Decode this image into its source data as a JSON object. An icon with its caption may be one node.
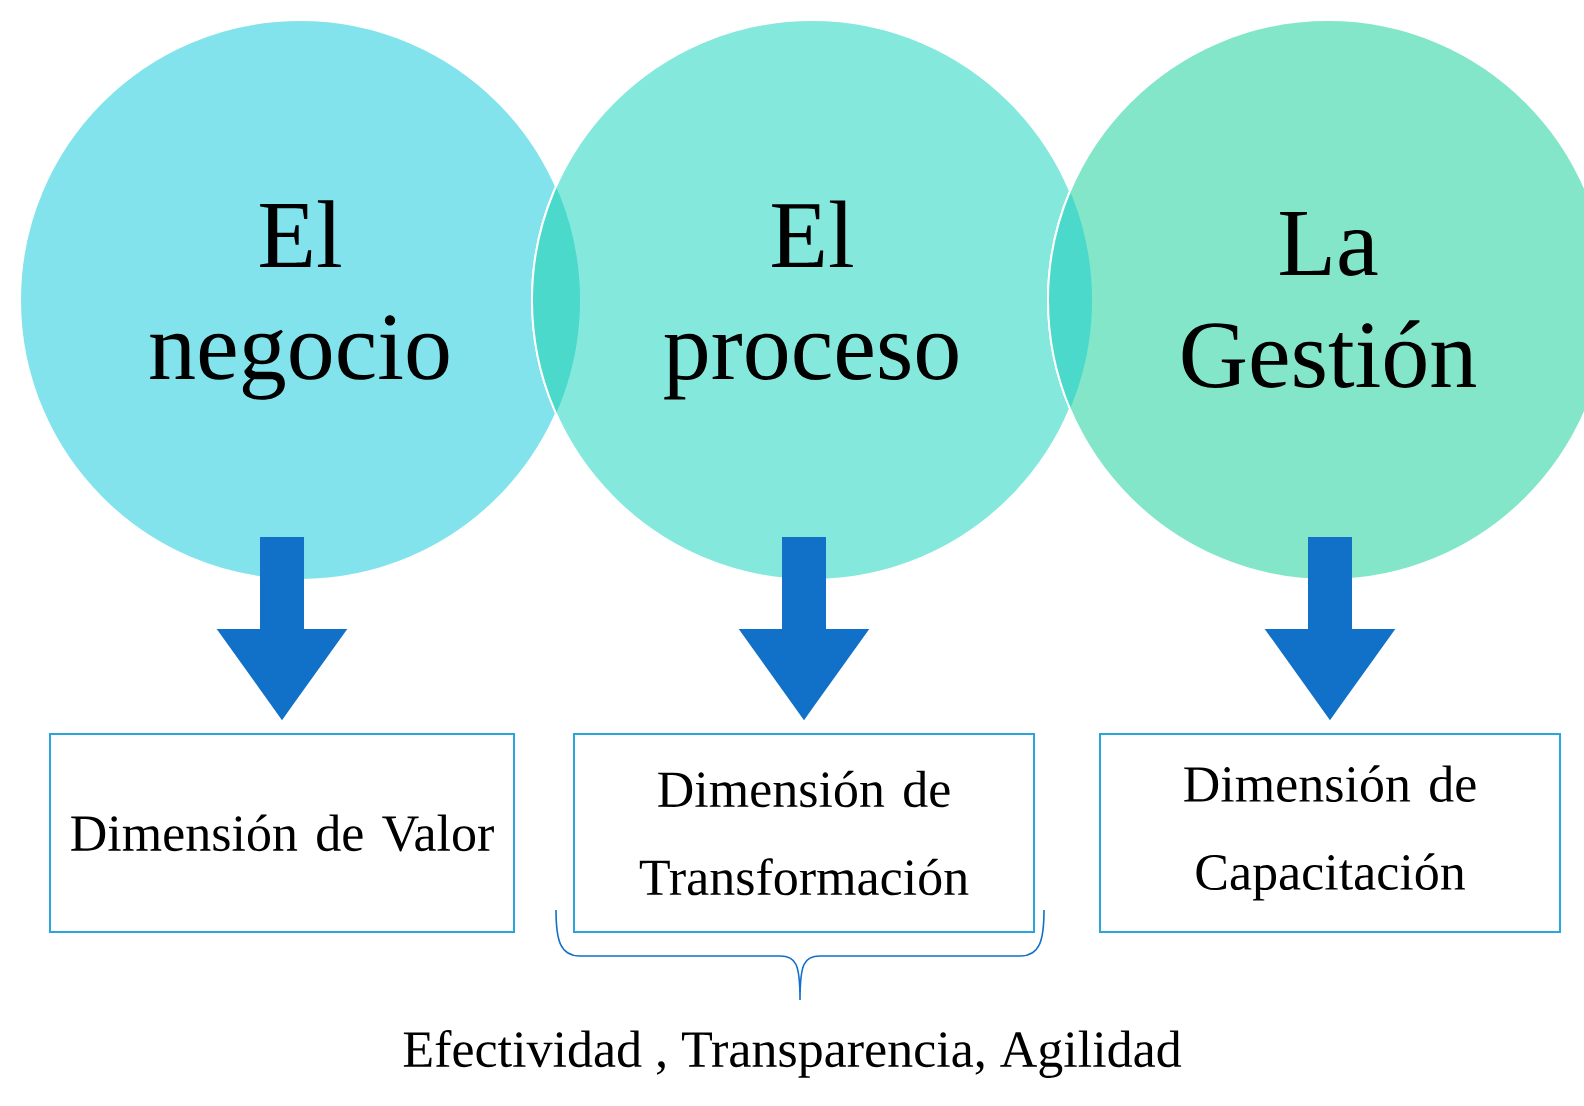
{
  "diagram": {
    "nodes": [
      {
        "text": [
          "El negocio"
        ]
      },
      {
        "text": [
          "El proceso"
        ]
      },
      {
        "text": [
          "La Gestión"
        ]
      },
      {
        "text": [
          "Dimensión de Valor"
        ]
      },
      {
        "text": [
          "Dimensión de Transformación"
        ]
      },
      {
        "text": [
          "Dimensión de Capacitación"
        ]
      }
    ],
    "edges": [
      {
        "from": 0,
        "to": 3,
        "arrow": "to"
      },
      {
        "from": 1,
        "to": 4,
        "arrow": "to"
      },
      {
        "from": 2,
        "to": 5,
        "arrow": "to"
      }
    ],
    "labels": [
      "Efectividad , Transparencia, Agilidad"
    ]
  }
}
